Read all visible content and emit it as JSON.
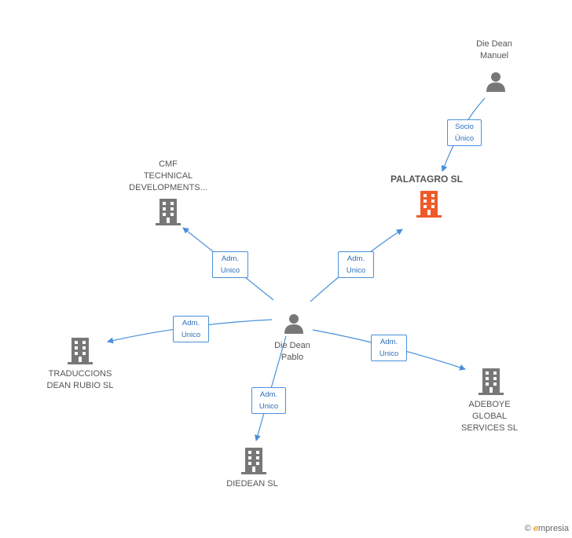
{
  "nodes": {
    "die_dean_pablo": {
      "line1": "Die Dean",
      "line2": "Pablo"
    },
    "die_dean_manuel": {
      "line1": "Die Dean",
      "line2": "Manuel"
    },
    "palatagro": {
      "name": "PALATAGRO SL",
      "color": "#f05a28"
    },
    "cmf": {
      "line1": "CMF",
      "line2": "TECHNICAL",
      "line3": "DEVELOPMENTS..."
    },
    "traduccions": {
      "line1": "TRADUCCIONS",
      "line2": "DEAN RUBIO SL"
    },
    "diedean": {
      "name": "DIEDEAN SL"
    },
    "adeboye": {
      "line1": "ADEBOYE",
      "line2": "GLOBAL",
      "line3": "SERVICES SL"
    }
  },
  "edges": {
    "manuel_palatagro": {
      "line1": "Socio",
      "line2": "Único"
    },
    "pablo_cmf": {
      "line1": "Adm.",
      "line2": "Unico"
    },
    "pablo_palatagro": {
      "line1": "Adm.",
      "line2": "Unico"
    },
    "pablo_traduccions": {
      "line1": "Adm.",
      "line2": "Unico"
    },
    "pablo_adeboye": {
      "line1": "Adm.",
      "line2": "Unico"
    },
    "pablo_diedean": {
      "line1": "Adm.",
      "line2": "Unico"
    }
  },
  "footer": {
    "copyright": "©",
    "brand_initial": "e",
    "brand_rest": "mpresia"
  },
  "colors": {
    "edge": "#4a90d9",
    "building": "#777777",
    "person": "#777777",
    "highlight": "#f05a28"
  }
}
